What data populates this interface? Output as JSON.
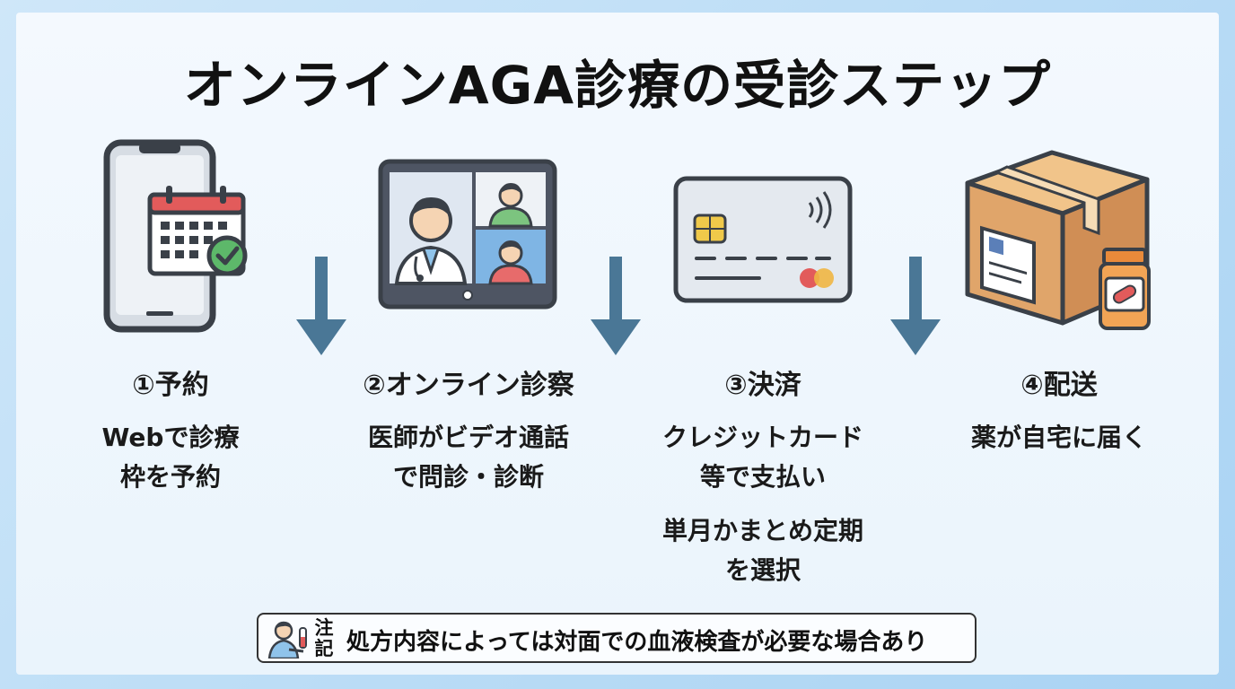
{
  "title": "オンラインAGA診療の受診ステップ",
  "steps": [
    {
      "label": "①予約",
      "desc": [
        "Webで診療",
        "枠を予約"
      ],
      "icon": "smartphone-calendar-icon"
    },
    {
      "label": "②オンライン診察",
      "desc": [
        "医師がビデオ通話",
        "で問診・診断"
      ],
      "icon": "video-call-icon"
    },
    {
      "label": "③決済",
      "desc": [
        "クレジットカード",
        "等で支払い"
      ],
      "desc2": [
        "単月かまとめ定期",
        "を選択"
      ],
      "icon": "credit-card-icon"
    },
    {
      "label": "④配送",
      "desc": [
        "薬が自宅に届く"
      ],
      "icon": "package-medicine-icon"
    }
  ],
  "note": {
    "label": "注記",
    "text": "処方内容によっては対面での血液検査が必要な場合あり",
    "icon": "blood-test-icon"
  },
  "colors": {
    "arrow": "#4a7796",
    "text": "#111111"
  }
}
